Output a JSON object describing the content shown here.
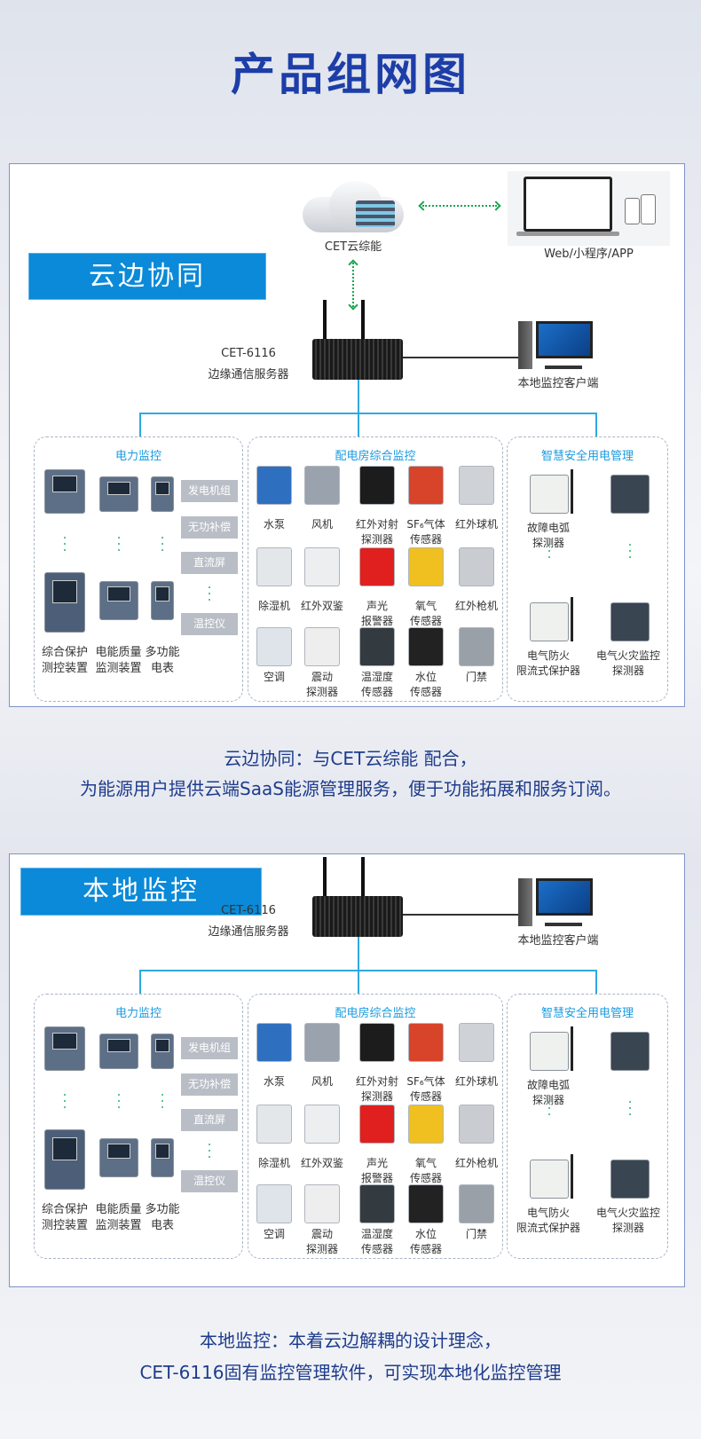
{
  "page_title": "产品组网图",
  "colors": {
    "title": "#1d3ea8",
    "tag": "#0a8ad8",
    "tree": "#2fa9e0",
    "group_title": "#1a9be0",
    "caption": "#1e3c8c"
  },
  "panels": [
    {
      "tag": "云边协同",
      "cloud_label": "CET云综能",
      "web_label": "Web/小程序/APP",
      "server_model": "CET-6116",
      "server_name": "边缘通信服务器",
      "client_label": "本地监控客户端",
      "caption": [
        "云边协同：与CET云综能 配合，",
        "为能源用户提供云端SaaS能源管理服务，便于功能拓展和服务订阅。"
      ]
    },
    {
      "tag": "本地监控",
      "server_model": "CET-6116",
      "server_name": "边缘通信服务器",
      "client_label": "本地监控客户端",
      "caption": [
        "本地监控：本着云边解耦的设计理念，",
        "CET-6116固有监控管理软件，可实现本地化监控管理"
      ]
    }
  ],
  "groups": {
    "power": {
      "title": "电力监控",
      "buttons": [
        "发电机组",
        "无功补偿",
        "直流屏",
        "温控仪"
      ],
      "labels": [
        "综合保护\n测控装置",
        "电能质量\n监测装置",
        "多功能\n电表"
      ]
    },
    "room": {
      "title": "配电房综合监控",
      "items": [
        {
          "label": "水泵",
          "icon": "pump-icon",
          "color": "#2f6fc0"
        },
        {
          "label": "风机",
          "icon": "fan-icon",
          "color": "#9aa2ad"
        },
        {
          "label": "红外对射\n探测器",
          "icon": "ir-beam-icon",
          "color": "#1c1c1c"
        },
        {
          "label": "SF₆气体\n传感器",
          "icon": "gas-sensor-icon",
          "color": "#d8442a"
        },
        {
          "label": "红外球机",
          "icon": "dome-camera-icon",
          "color": "#cfd3d8"
        },
        {
          "label": "除湿机",
          "icon": "dehumidifier-icon",
          "color": "#e4e7ea"
        },
        {
          "label": "红外双鉴",
          "icon": "ir-detector-icon",
          "color": "#eceef0"
        },
        {
          "label": "声光\n报警器",
          "icon": "alarm-icon",
          "color": "#e0201e"
        },
        {
          "label": "氧气\n传感器",
          "icon": "oxygen-sensor-icon",
          "color": "#f0c020"
        },
        {
          "label": "红外枪机",
          "icon": "bullet-camera-icon",
          "color": "#c9ccd0"
        },
        {
          "label": "空调",
          "icon": "air-conditioner-icon",
          "color": "#dfe4ea"
        },
        {
          "label": "震动\n探测器",
          "icon": "vibration-detector-icon",
          "color": "#eeeeee"
        },
        {
          "label": "温湿度\n传感器",
          "icon": "thermo-hygrometer-icon",
          "color": "#333a40"
        },
        {
          "label": "水位\n传感器",
          "icon": "water-level-icon",
          "color": "#222222"
        },
        {
          "label": "门禁",
          "icon": "access-control-icon",
          "color": "#9aa0a8"
        }
      ]
    },
    "safety": {
      "title": "智慧安全用电管理",
      "labels": [
        "故障电弧\n探测器",
        "",
        "电气防火\n限流式保护器",
        "电气火灾监控\n探测器"
      ]
    }
  }
}
